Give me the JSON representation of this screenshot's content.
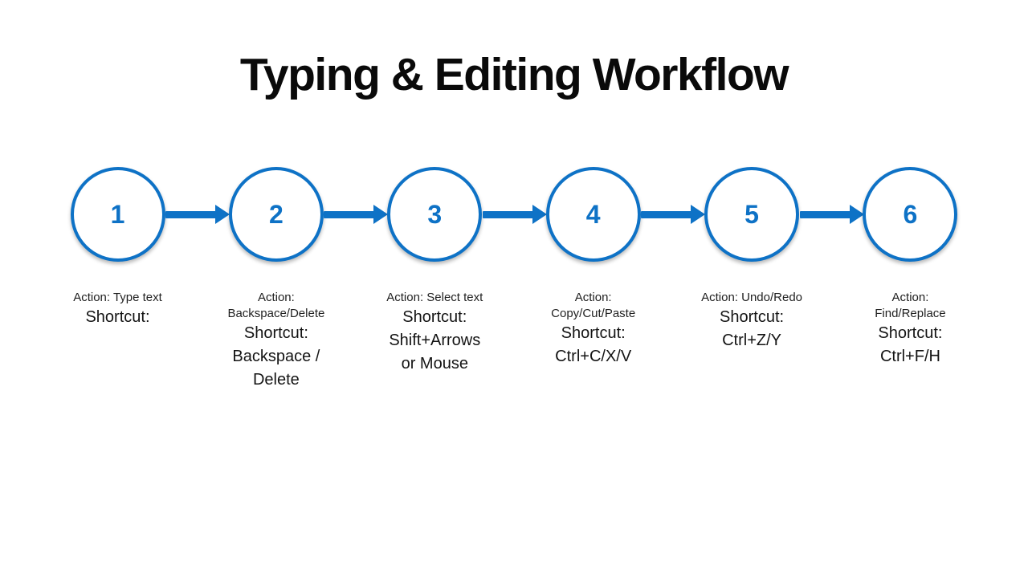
{
  "title": "Typing & Editing Workflow",
  "colors": {
    "accent_blue": "#0e72c6",
    "background": "#ffffff",
    "text": "#1f1f1f"
  },
  "steps": [
    {
      "number": "1",
      "action": "Action: Type text",
      "shortcut": "Shortcut:"
    },
    {
      "number": "2",
      "action": "Action:\nBackspace/Delete",
      "shortcut": "Shortcut:\nBackspace /\nDelete"
    },
    {
      "number": "3",
      "action": "Action: Select text",
      "shortcut": "Shortcut:\nShift+Arrows\nor Mouse"
    },
    {
      "number": "4",
      "action": "Action:\nCopy/Cut/Paste",
      "shortcut": "Shortcut:\nCtrl+C/X/V"
    },
    {
      "number": "5",
      "action": "Action: Undo/Redo",
      "shortcut": "Shortcut:\nCtrl+Z/Y"
    },
    {
      "number": "6",
      "action": "Action:\nFind/Replace",
      "shortcut": "Shortcut:\nCtrl+F/H"
    }
  ]
}
